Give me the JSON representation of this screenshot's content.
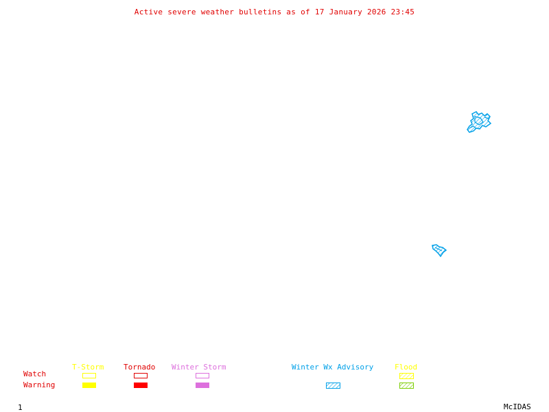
{
  "title": "Active severe weather bulletins as of 17 January 2026 23:45",
  "colors": {
    "title": "#e00000",
    "row_labels": "#e00000",
    "tstorm": "#ffff00",
    "tornado": "#ff0000",
    "winter_storm": "#dd70dd",
    "winter_wx_advisory": "#00a0e8",
    "flood_watch": "#ffff00",
    "flood_warning": "#7ccd00"
  },
  "legend": {
    "rows": {
      "watch": "Watch",
      "warning": "Warning"
    },
    "columns": [
      {
        "key": "tstorm",
        "label": "T-Storm",
        "watch": "outline",
        "warning": "filled"
      },
      {
        "key": "tornado",
        "label": "Tornado",
        "watch": "outline",
        "warning": "filled"
      },
      {
        "key": "winter_storm",
        "label": "Winter Storm",
        "watch": "outline",
        "warning": "filled"
      },
      {
        "key": "winter_wx_advisory",
        "label": "Winter Wx Advisory",
        "watch": null,
        "warning": "hatched"
      },
      {
        "key": "flood",
        "label": "Flood",
        "watch": "hatched",
        "warning": "hatched"
      }
    ]
  },
  "map_features": [
    {
      "type": "winter-wx-advisory-area",
      "region": "upper-right"
    },
    {
      "type": "winter-wx-advisory-area",
      "region": "middle-right"
    }
  ],
  "footer": {
    "frame_number": "1",
    "brand": "McIDAS"
  }
}
